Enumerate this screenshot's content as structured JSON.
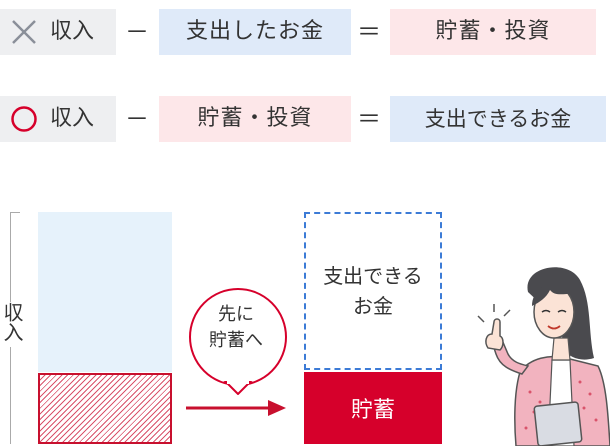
{
  "row_wrong": {
    "mark_icon": "cross-icon",
    "income": "収入",
    "minus": "－",
    "spent": "支出したお金",
    "equals": "＝",
    "result": "貯蓄・投資"
  },
  "row_right": {
    "mark_icon": "circle-icon",
    "income": "収入",
    "minus": "－",
    "savings": "貯蓄・投資",
    "equals": "＝",
    "result": "支出できるお金"
  },
  "diagram": {
    "income_label": "収入",
    "bubble_line1": "先に",
    "bubble_line2": "貯蓄へ",
    "spendable_line1": "支出できる",
    "spendable_line2": "お金",
    "savings_label": "貯蓄",
    "illustration": "woman-pointing-illustration"
  },
  "colors": {
    "accent_red": "#d6002b",
    "dashed_blue": "#3c7bd6",
    "blue_box": "#dfeaf9",
    "pink_box": "#fde7e9",
    "gray_box": "#eeeff1"
  }
}
